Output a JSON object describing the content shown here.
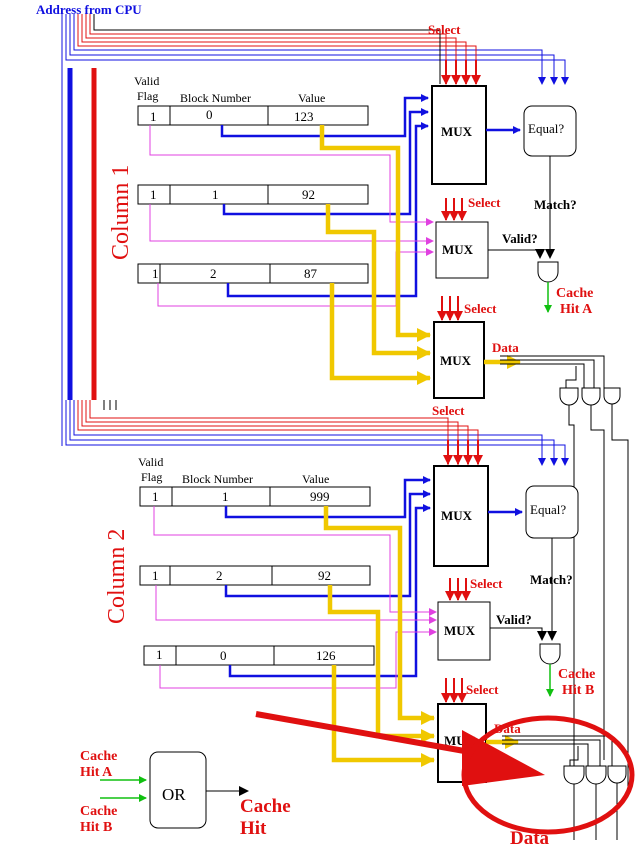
{
  "header": {
    "address_label": "Address from CPU"
  },
  "colors": {
    "address_blue": "#1010e0",
    "select_red": "#e01010",
    "valid_magenta": "#e040e0",
    "data_yellow": "#f0c800",
    "hit_green": "#10c010",
    "black": "#000000"
  },
  "labels": {
    "select": "Select",
    "mux": "MUX",
    "equal": "Equal?",
    "match": "Match?",
    "valid": "Valid?",
    "data": "Data",
    "valid_header": "Valid",
    "flag_header": "Flag",
    "block_number_header": "Block Number",
    "value_header": "Value",
    "or": "OR"
  },
  "column1": {
    "title": "Column 1",
    "rows": [
      {
        "valid": "1",
        "block": "0",
        "value": "123"
      },
      {
        "valid": "1",
        "block": "1",
        "value": "92"
      },
      {
        "valid": "1",
        "block": "2",
        "value": "87"
      }
    ],
    "cache_hit": [
      "Cache",
      "Hit A"
    ]
  },
  "column2": {
    "title": "Column 2",
    "rows": [
      {
        "valid": "1",
        "block": "1",
        "value": "999"
      },
      {
        "valid": "1",
        "block": "2",
        "value": "92"
      },
      {
        "valid": "1",
        "block": "0",
        "value": "126"
      }
    ],
    "cache_hit": [
      "Cache",
      "Hit B"
    ]
  },
  "or_gate": {
    "input_a": [
      "Cache",
      "Hit A"
    ],
    "input_b": [
      "Cache",
      "Hit B"
    ],
    "output": [
      "Cache",
      "Hit"
    ]
  },
  "data_out_label": "Data"
}
